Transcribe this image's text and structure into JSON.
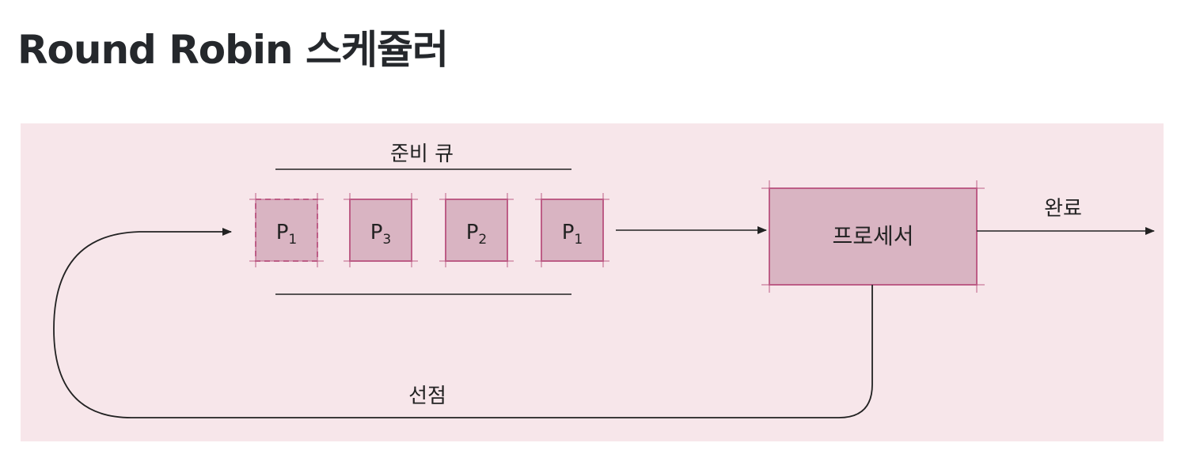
{
  "title": "Round Robin 스케쥴러",
  "diagram": {
    "queue_label": "준비 큐",
    "processes": [
      {
        "name": "P",
        "sub": "1",
        "state": "dashed"
      },
      {
        "name": "P",
        "sub": "3",
        "state": "solid"
      },
      {
        "name": "P",
        "sub": "2",
        "state": "solid"
      },
      {
        "name": "P",
        "sub": "1",
        "state": "solid"
      }
    ],
    "processor_label": "프로세서",
    "done_label": "완료",
    "preempt_label": "선점",
    "colors": {
      "background": "#f7e6ea",
      "box_fill": "#d9b4c2",
      "box_stroke": "#bd5d86",
      "line": "#222222"
    }
  }
}
